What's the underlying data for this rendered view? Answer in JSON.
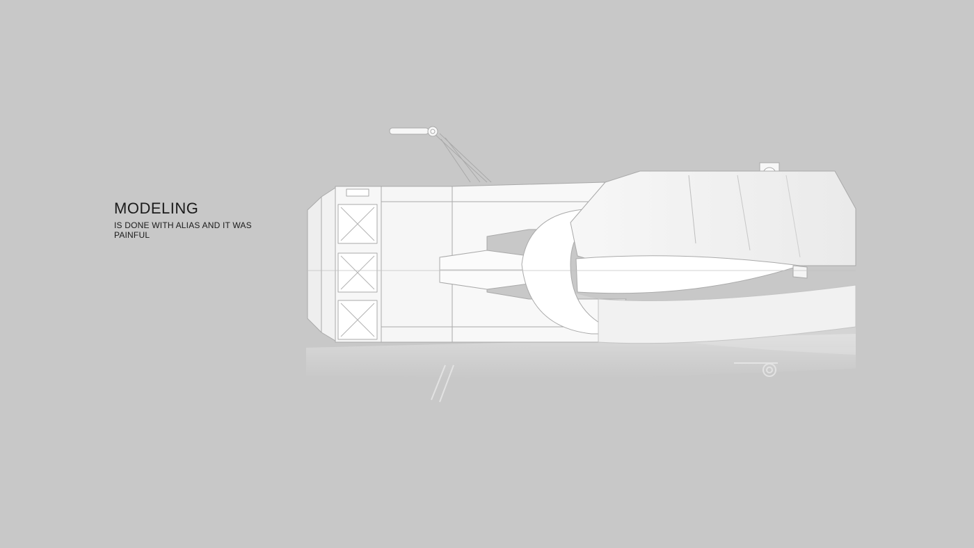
{
  "caption": {
    "title": "MODELING",
    "subtitle": "IS DONE WITH ALIAS AND IT WAS PAINFUL"
  },
  "colors": {
    "background": "#c8c8c8",
    "text": "#1a1a1a",
    "model_fill": "#f4f4f4",
    "model_line": "#a9a9a9"
  },
  "icons": [
    "spaceship-model-render"
  ]
}
